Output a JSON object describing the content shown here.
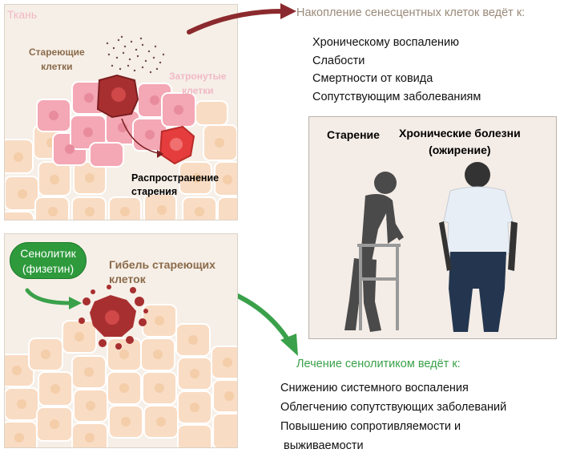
{
  "tissue_panel": {
    "tissue_label": "Ткань",
    "aging_cells_line1": "Стареющие",
    "aging_cells_line2": "клетки",
    "affected_cells_line1": "Затронутые",
    "affected_cells_line2": "клетки",
    "spread_line1": "Распространение",
    "spread_line2": "старения"
  },
  "accumulation": {
    "heading": "Накопление сенесцентных клеток ведёт к:",
    "items": [
      "Хроническому воспалению",
      "Слабости",
      "Смертности  от ковида",
      "Сопутствующим заболеваниям"
    ]
  },
  "people_panel": {
    "aging_label": "Старение",
    "chronic_line1": "Хронические болезни",
    "chronic_line2": "(ожирение)"
  },
  "senolytic_panel": {
    "pill_line1": "Сенолитик",
    "pill_line2": "(физетин)",
    "death_line1": "Гибель стареющих",
    "death_line2": "клеток"
  },
  "treatment": {
    "heading": "Лечение сенолитиком ведёт к:",
    "items": [
      "Снижению системного воспаления",
      "Облегчению сопутствующих заболеваний",
      "Повышению сопротивляемости и",
      " выживаемости"
    ]
  },
  "colors": {
    "arrow_red": "#8b2a2e",
    "arrow_green": "#3aa14a",
    "senescent_cell": "#b23a3a",
    "affected_cell": "#f2a5b5",
    "spreading_cell": "#e53d3d",
    "normal_cell": "#f9d9c0"
  }
}
